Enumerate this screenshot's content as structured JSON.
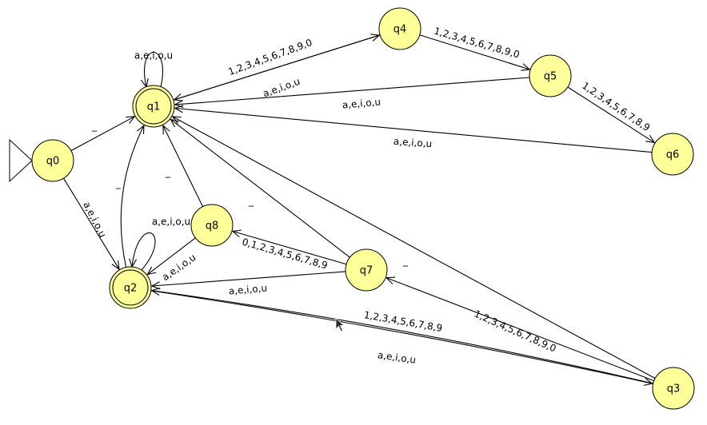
{
  "diagram": {
    "type": "finite-automaton",
    "colors": {
      "state_fill": "#ffff99",
      "stroke": "#000000",
      "background": "#ffffff"
    },
    "start_state": "q0",
    "states": [
      {
        "id": "q0",
        "label": "q0",
        "accepting": false
      },
      {
        "id": "q1",
        "label": "q1",
        "accepting": true
      },
      {
        "id": "q2",
        "label": "q2",
        "accepting": true
      },
      {
        "id": "q3",
        "label": "q3",
        "accepting": false
      },
      {
        "id": "q4",
        "label": "q4",
        "accepting": false
      },
      {
        "id": "q5",
        "label": "q5",
        "accepting": false
      },
      {
        "id": "q6",
        "label": "q6",
        "accepting": false
      },
      {
        "id": "q7",
        "label": "q7",
        "accepting": false
      },
      {
        "id": "q8",
        "label": "q8",
        "accepting": false
      }
    ],
    "transitions": [
      {
        "id": "t01",
        "from": "q0",
        "to": "q1",
        "label": "_"
      },
      {
        "id": "t02",
        "from": "q0",
        "to": "q2",
        "label": "a,e,i,o,u"
      },
      {
        "id": "t11",
        "from": "q1",
        "to": "q1",
        "label": "a,e,i,o,u"
      },
      {
        "id": "t14",
        "from": "q1",
        "to": "q4",
        "label": "1,2,3,4,5,6,7,8,9,0"
      },
      {
        "id": "t41",
        "from": "q4",
        "to": "q1",
        "label": "a,e,i,o,u"
      },
      {
        "id": "t45",
        "from": "q4",
        "to": "q5",
        "label": "1,2,3,4,5,6,7,8,9,0"
      },
      {
        "id": "t51",
        "from": "q5",
        "to": "q1",
        "label": "a,e,i,o,u"
      },
      {
        "id": "t56",
        "from": "q5",
        "to": "q6",
        "label": "1,2,3,4,5,6,7,8,9"
      },
      {
        "id": "t61",
        "from": "q6",
        "to": "q1",
        "label": "a,e,i,o,u"
      },
      {
        "id": "t22",
        "from": "q2",
        "to": "q2",
        "label": "a,e,i,o,u"
      },
      {
        "id": "t21",
        "from": "q2",
        "to": "q1",
        "label": "_"
      },
      {
        "id": "t81",
        "from": "q8",
        "to": "q1",
        "label": "_"
      },
      {
        "id": "t82",
        "from": "q8",
        "to": "q2",
        "label": "a,e,i,o,u"
      },
      {
        "id": "t71",
        "from": "q7",
        "to": "q1",
        "label": "_"
      },
      {
        "id": "t78",
        "from": "q7",
        "to": "q8",
        "label": "0,1,2,3,4,5,6,7,8,9"
      },
      {
        "id": "t72",
        "from": "q7",
        "to": "q2",
        "label": "a,e,i,o,u"
      },
      {
        "id": "t31",
        "from": "q3",
        "to": "q1",
        "label": "_"
      },
      {
        "id": "t37",
        "from": "q3",
        "to": "q7",
        "label": "1,2,3,4,5,6,7,8,9,0"
      },
      {
        "id": "t23",
        "from": "q2",
        "to": "q3",
        "label": "1,2,3,4,5,6,7,8,9"
      },
      {
        "id": "t32",
        "from": "q3",
        "to": "q2",
        "label": "a,e,i,o,u"
      }
    ]
  }
}
